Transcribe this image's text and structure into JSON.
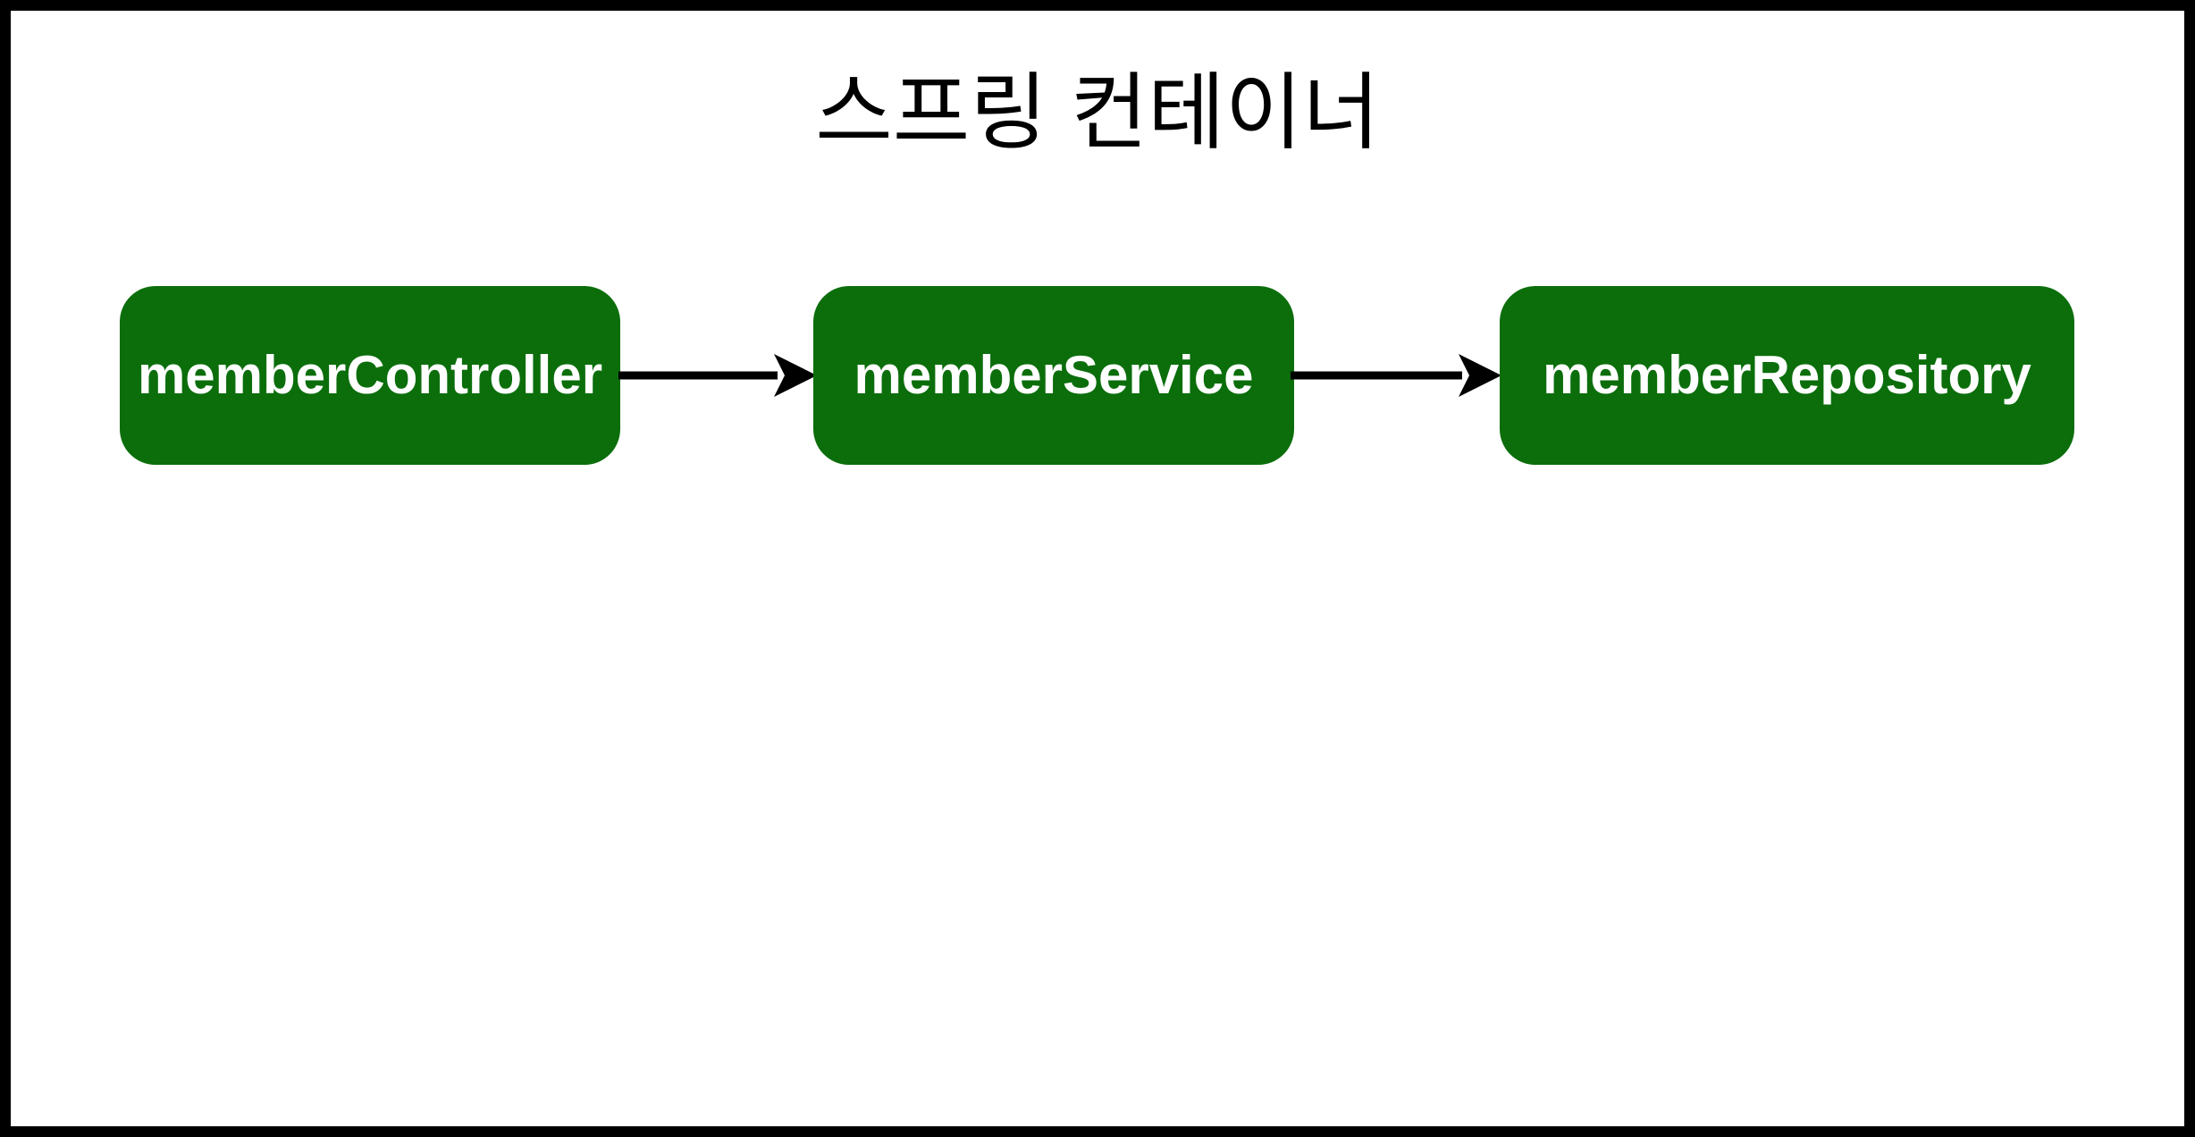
{
  "title": {
    "text": "스프링 컨테이너"
  },
  "diagram": {
    "nodes": [
      {
        "id": "memberController",
        "label": "memberController"
      },
      {
        "id": "memberService",
        "label": "memberService"
      },
      {
        "id": "memberRepository",
        "label": "memberRepository"
      }
    ],
    "edges": [
      {
        "from": "memberController",
        "to": "memberService",
        "style": "solid-arrow"
      },
      {
        "from": "memberService",
        "to": "memberRepository",
        "style": "solid-arrow"
      }
    ]
  },
  "colors": {
    "node_fill": "#0B6E0B",
    "node_text": "#FFFFFF",
    "arrow": "#000000",
    "frame_border": "#000000",
    "background": "#FFFFFF"
  }
}
